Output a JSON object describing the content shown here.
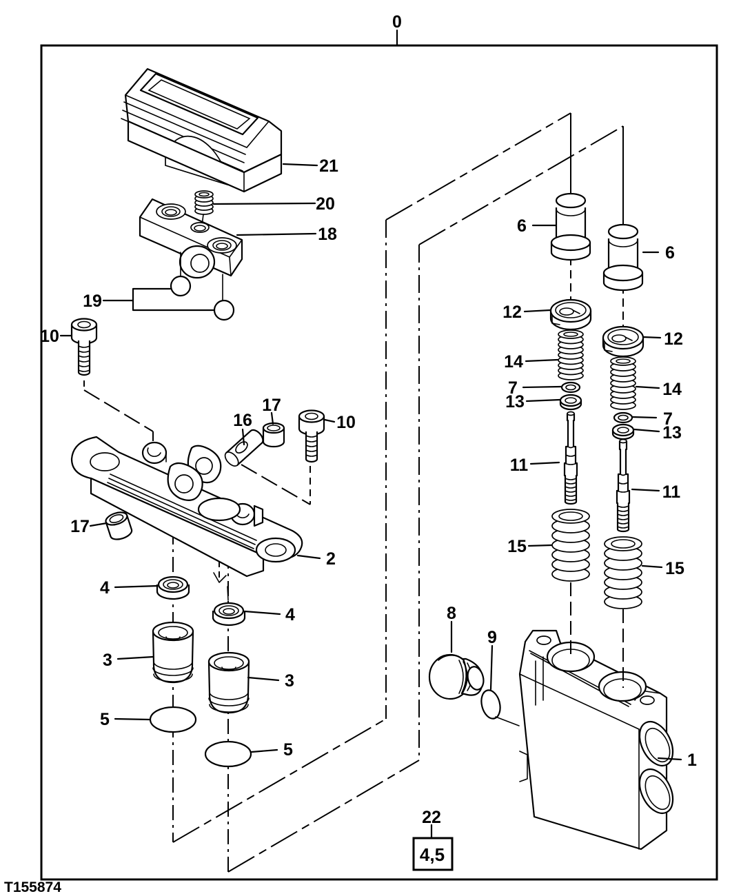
{
  "figure": {
    "type": "exploded-parts-diagram",
    "image_code": "T155874",
    "reference_box_label": "4,5",
    "callout_labels": {
      "n0": "0",
      "n1": "1",
      "n2": "2",
      "n3": "3",
      "n4": "4",
      "n5": "5",
      "n6": "6",
      "n7": "7",
      "n8": "8",
      "n9": "9",
      "n10": "10",
      "n11": "11",
      "n12": "12",
      "n13": "13",
      "n14": "14",
      "n15": "15",
      "n16": "16",
      "n17": "17",
      "n18": "18",
      "n19": "19",
      "n20": "20",
      "n21": "21",
      "n22": "22"
    }
  }
}
